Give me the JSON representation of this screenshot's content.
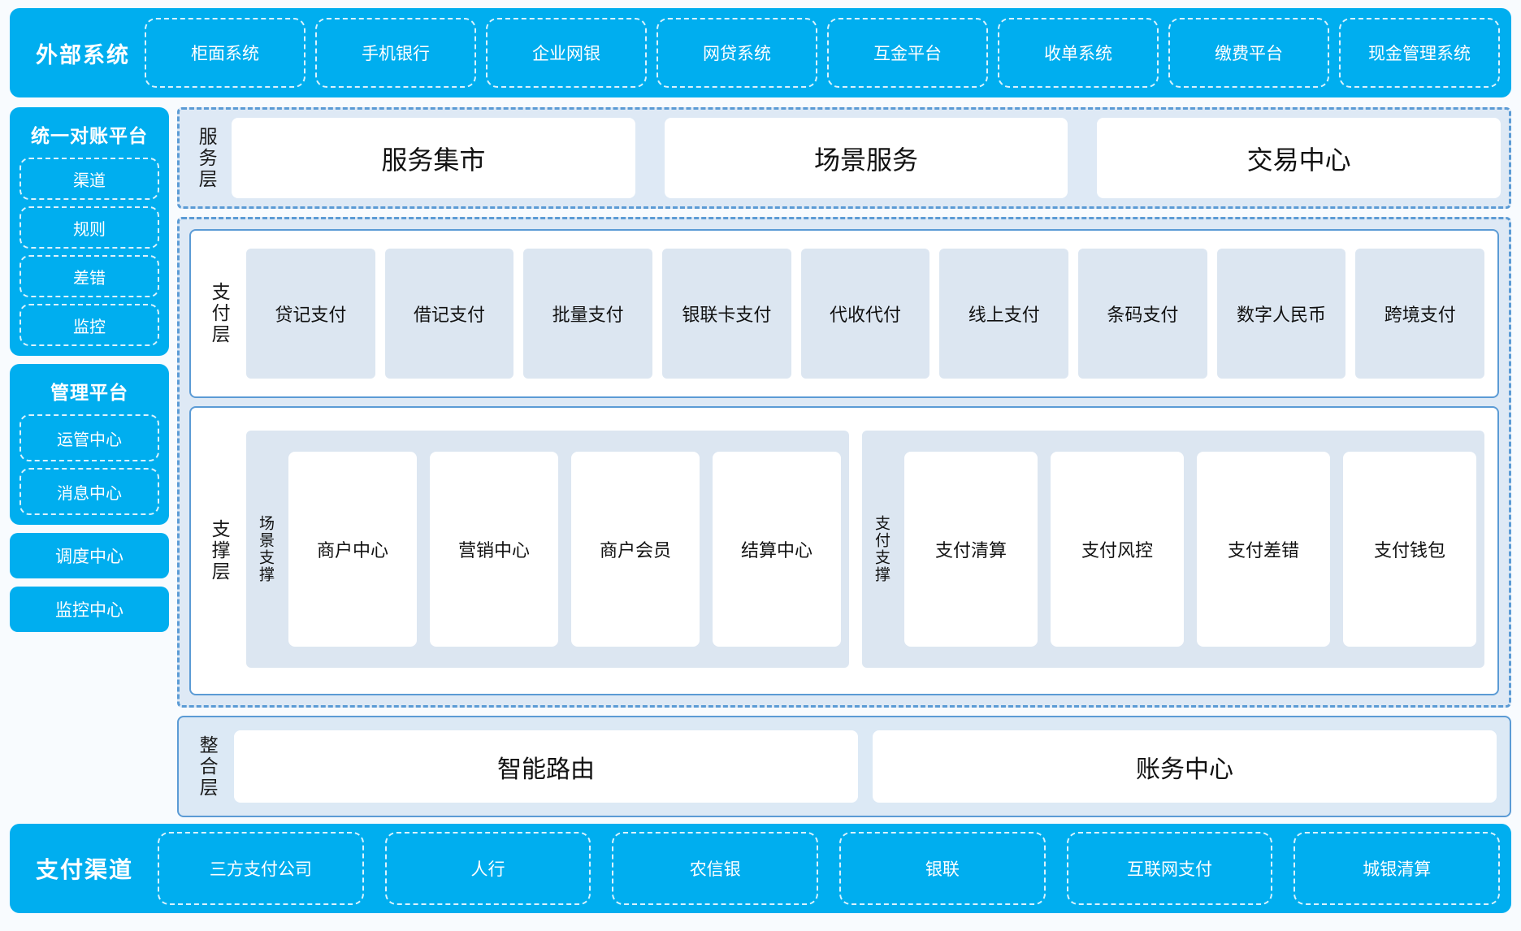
{
  "external_systems": {
    "title": "外部系统",
    "items": [
      "柜面系统",
      "手机银行",
      "企业网银",
      "网贷系统",
      "互金平台",
      "收单系统",
      "缴费平台",
      "现金管理系统"
    ]
  },
  "sidebar": {
    "reconcile_platform": {
      "title": "统一对账平台",
      "items": [
        "渠道",
        "规则",
        "差错",
        "监控"
      ]
    },
    "management_platform": {
      "title": "管理平台",
      "items": [
        "运管中心",
        "消息中心"
      ]
    },
    "standalone": [
      "调度中心",
      "监控中心"
    ]
  },
  "service_layer": {
    "label": "服务层",
    "items": [
      "服务集市",
      "场景服务",
      "交易中心"
    ]
  },
  "payment_layer": {
    "label": "支付层",
    "items": [
      "贷记支付",
      "借记支付",
      "批量支付",
      "银联卡支付",
      "代收代付",
      "线上支付",
      "条码支付",
      "数字人民币",
      "跨境支付"
    ]
  },
  "support_layer": {
    "label": "支撑层",
    "groups": [
      {
        "label": "场景支撑",
        "items": [
          "商户中心",
          "营销中心",
          "商户会员",
          "结算中心"
        ]
      },
      {
        "label": "支付支撑",
        "items": [
          "支付清算",
          "支付风控",
          "支付差错",
          "支付钱包"
        ]
      }
    ]
  },
  "integration_layer": {
    "label": "整合层",
    "items": [
      "智能路由",
      "账务中心"
    ]
  },
  "payment_channels": {
    "title": "支付渠道",
    "items": [
      "三方支付公司",
      "人行",
      "农信银",
      "银联",
      "互联网支付",
      "城银清算"
    ]
  },
  "colors": {
    "brand_blue": "#00aeef",
    "dash_blue": "#5b9bd5",
    "panel_bg": "#dee9f5",
    "card_blue": "#dce6f1",
    "page_bg": "#f8fbfe"
  }
}
